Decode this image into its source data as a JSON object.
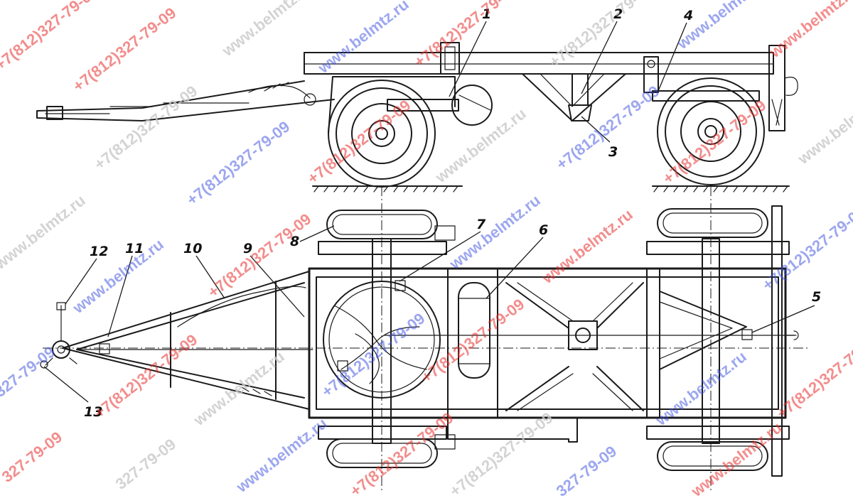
{
  "callouts": [
    "1",
    "2",
    "3",
    "4",
    "5",
    "6",
    "7",
    "8",
    "9",
    "10",
    "11",
    "12",
    "13"
  ],
  "watermark": {
    "phone": "+7(812)327-79-09",
    "site": "www.belmtz.ru",
    "phone_fragment": "327-79-09",
    "colors": {
      "phone": "#e8312f",
      "site": "#3c50e0"
    }
  }
}
